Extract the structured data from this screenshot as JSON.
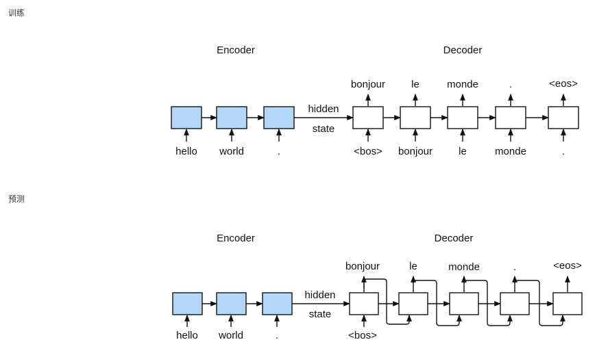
{
  "sections": [
    {
      "label": "训练",
      "encoder_title": "Encoder",
      "decoder_title": "Decoder",
      "encoder_inputs": [
        "hello",
        "world",
        "."
      ],
      "decoder_inputs": [
        "<bos>",
        "bonjour",
        "le",
        "monde",
        "."
      ],
      "decoder_outputs": [
        "bonjour",
        "le",
        "monde",
        ".",
        "<eos>"
      ],
      "bridge_line1": "hidden",
      "bridge_line2": "state"
    },
    {
      "label": "预测",
      "encoder_title": "Encoder",
      "decoder_title": "Decoder",
      "encoder_inputs": [
        "hello",
        "world",
        "."
      ],
      "decoder_inputs": [
        "<bos>"
      ],
      "decoder_outputs": [
        "bonjour",
        "le",
        "monde",
        ".",
        "<eos>"
      ],
      "bridge_line1": "hidden",
      "bridge_line2": "state"
    }
  ],
  "colors": {
    "encoder_fill": "#b3d6fb",
    "decoder_fill": "#ffffff",
    "stroke": "#111111"
  }
}
